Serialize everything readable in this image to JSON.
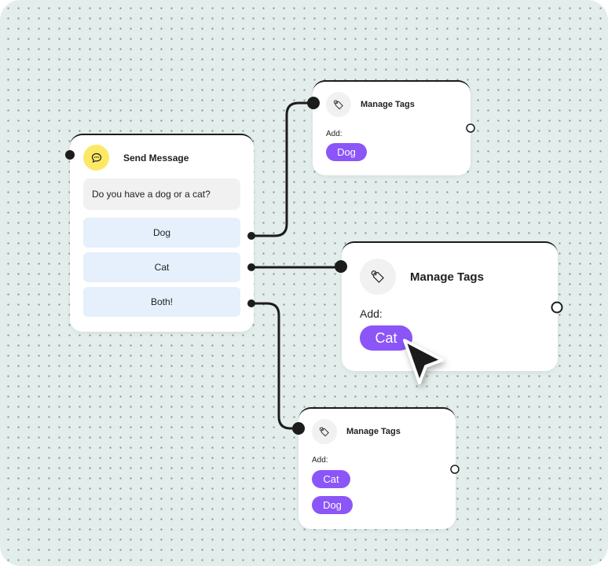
{
  "send_message": {
    "title": "Send Message",
    "icon": "chat-bubble-icon",
    "text": "Do you have a dog or a cat?",
    "choices": [
      "Dog",
      "Cat",
      "Both!"
    ]
  },
  "tag_nodes": [
    {
      "title": "Manage Tags",
      "add_label": "Add:",
      "tags": [
        "Dog"
      ]
    },
    {
      "title": "Manage Tags",
      "add_label": "Add:",
      "tags": [
        "Cat"
      ]
    },
    {
      "title": "Manage Tags",
      "add_label": "Add:",
      "tags": [
        "Cat",
        "Dog"
      ]
    }
  ],
  "colors": {
    "accent": "#8b55f7",
    "choice_bg": "#e5f0fc",
    "icon_yellow": "#fde865",
    "canvas": "#e3edeb"
  }
}
